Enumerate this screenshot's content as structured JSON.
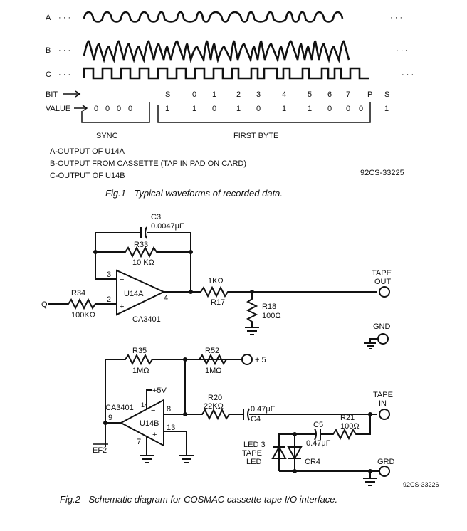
{
  "fig1": {
    "traces": {
      "a": "A",
      "b": "B",
      "c": "C",
      "dots": "· · ·"
    },
    "bit_label": "BIT",
    "value_label": "VALUE",
    "bits": [
      "S",
      "0",
      "1",
      "2",
      "3",
      "4",
      "5",
      "6",
      "7",
      "P",
      "S"
    ],
    "values": [
      "0",
      "0",
      "0",
      "0",
      "1",
      "1",
      "0",
      "1",
      "0",
      "1",
      "1",
      "0",
      "0",
      "0",
      "1"
    ],
    "sync": "SYNC",
    "first_byte": "FIRST BYTE",
    "legend": [
      "A-OUTPUT OF U14A",
      "B-OUTPUT FROM CASSETTE (TAP IN PAD ON CARD)",
      "C-OUTPUT OF U14B"
    ],
    "code": "92CS-33225",
    "caption": "Fig.1 - Typical waveforms of recorded data."
  },
  "fig2": {
    "c3": "C3",
    "c3_val": "0.0047μF",
    "r33": "R33",
    "r33_val": "10 KΩ",
    "pin3": "3",
    "pin2": "2",
    "pin4": "4",
    "minus": "−",
    "plus": "+",
    "u14a": "U14A",
    "ca3401_a": "CA3401",
    "r34": "R34",
    "r34_val": "100KΩ",
    "q": "Q",
    "r17_val": "1KΩ",
    "r17": "R17",
    "r18": "R18",
    "r18_val": "100Ω",
    "tape_out_1": "TAPE",
    "tape_out_2": "OUT",
    "gnd1": "GND",
    "r35": "R35",
    "r35_val": "1MΩ",
    "r52": "R52",
    "r52_val": "1MΩ",
    "plus5": "+ 5",
    "plus5v": "+5V",
    "pin14": "14",
    "ca3401_b": "CA3401",
    "pin9": "9",
    "pin8": "8",
    "u14b": "U14B",
    "pin13": "13",
    "pin7": "7",
    "ef2": "EF2",
    "r20": "R20",
    "r20_val": "22KΩ",
    "c4_val": "0.47μF",
    "c4": "C4",
    "tape_in_1": "TAPE",
    "tape_in_2": "IN",
    "c5": "C5",
    "c5_val": "0.47μF",
    "r21": "R21",
    "r21_val": "100Ω",
    "led_1": "LED 3",
    "led_2": "TAPE",
    "led_3": "LED",
    "cr4": "CR4",
    "grd": "GRD",
    "code": "92CS-33226",
    "caption": "Fig.2 - Schematic diagram for COSMAC cassette tape I/O interface."
  }
}
